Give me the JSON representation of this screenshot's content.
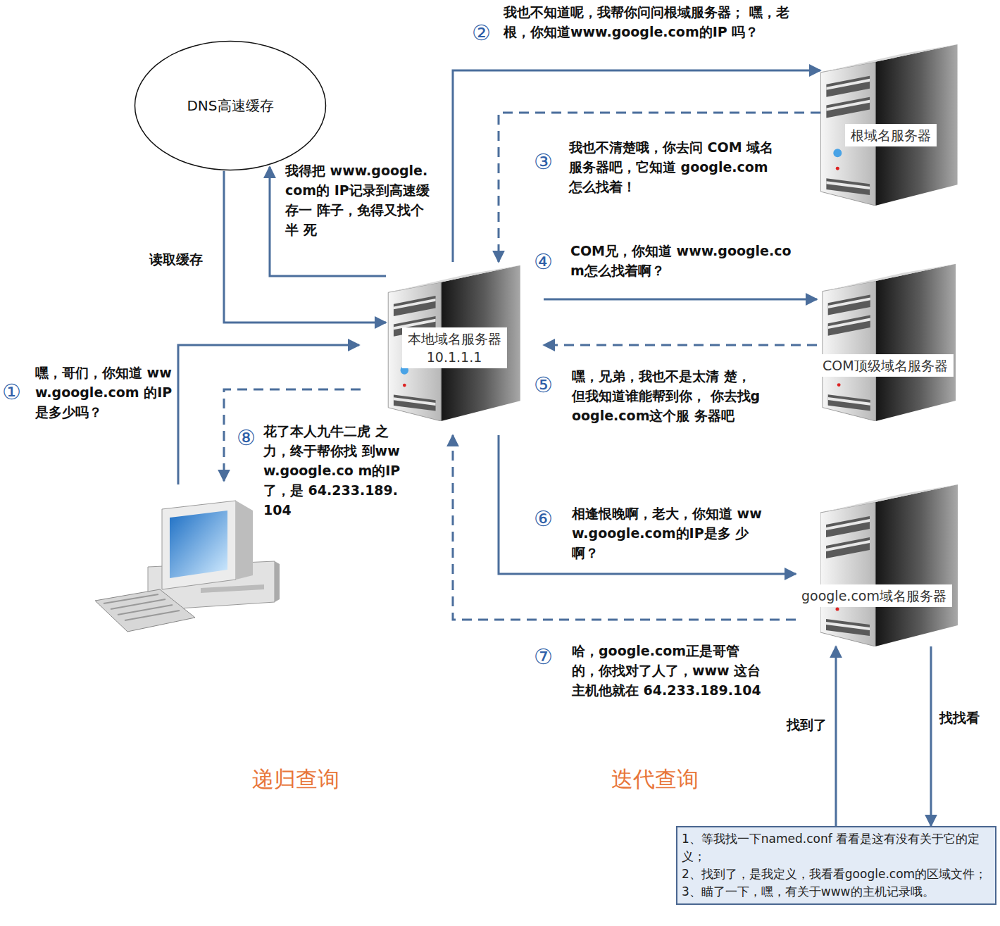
{
  "diagram": {
    "nodes": [
      {
        "text": [
          "DNS高速缓存"
        ]
      },
      {
        "text": [
          "根域名服务器"
        ]
      },
      {
        "text": [
          "本地域名服务器",
          "10.1.1.1"
        ]
      },
      {
        "text": [
          "COM顶级域名服务器"
        ]
      },
      {
        "text": [
          "google.com域名服务器"
        ]
      },
      {
        "text": [
          "1、等我找一下named.conf 看看是这有没有关于它的定义；",
          "2、找到了，是我定义，我看看google.com的区域文件；",
          "3、瞄了一下，嘿，有关于www的主机记录哦。"
        ]
      }
    ],
    "edges": [
      {
        "from": 0,
        "to": 2,
        "arrow": "to"
      },
      {
        "from": 2,
        "to": 0,
        "arrow": "to"
      },
      {
        "from": 2,
        "to": 1,
        "arrow": "to"
      },
      {
        "from": 1,
        "to": 2,
        "arrow": "to"
      },
      {
        "from": 2,
        "to": 3,
        "arrow": "to"
      },
      {
        "from": 3,
        "to": 2,
        "arrow": "to"
      },
      {
        "from": 2,
        "to": 4,
        "arrow": "to"
      },
      {
        "from": 4,
        "to": 2,
        "arrow": "to"
      },
      {
        "from": 4,
        "to": 5,
        "arrow": "to"
      },
      {
        "from": 5,
        "to": 4,
        "arrow": "to"
      }
    ],
    "labels": [
      "①",
      "嘿，哥们，你知道 www.google.com 的IP是多少吗？",
      "②",
      "我也不知道呢，我帮你问问根域服务器； 嘿，老根，你知道www.google.com的IP 吗？",
      "③",
      "我也不清楚哦，你去问 COM 域名服务器吧，它知道 google.com怎么找着！",
      "④",
      "COM兄，你知道 www.google.com怎么找着啊？",
      "⑤",
      "嘿，兄弟，我也不是太清 楚，但我知道谁能帮到你， 你去找google.com这个服 务器吧",
      "⑥",
      "相逢恨晚啊，老大，你知道 www.google.com的IP是多 少啊？",
      "⑦",
      "哈，google.com正是哥管 的，你找对了人了，www 这台主机他就在 64.233.189.104",
      "⑧",
      "花了本人九牛二虎 之力，终于帮你找 到www.google.co m的IP了，是 64.233.189.104",
      "我得把 www.google.com的 IP记录到高速缓存一 阵子，免得又找个半 死",
      "读取缓存",
      "找到了",
      "找找看",
      "递归查询",
      "迭代查询"
    ]
  }
}
